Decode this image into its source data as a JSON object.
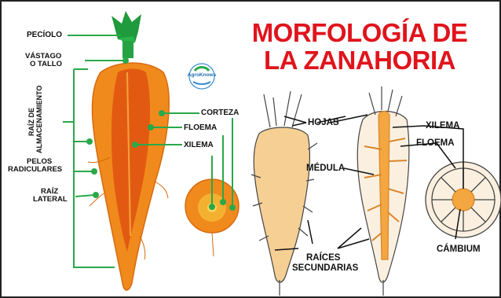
{
  "title": {
    "line1": "MORFOLOGÍA DE",
    "line2": "LA ZANAHORIA"
  },
  "logo": {
    "text": "AgroKnows"
  },
  "left_labels": {
    "peciolo": "PECÍOLO",
    "vastago": "VÁSTAGO",
    "o_tallo": "O TALLO",
    "raiz_almacenamiento_1": "RAÍZ DE",
    "raiz_almacenamiento_2": "ALMACENAMIENTO",
    "pelos_1": "PELOS",
    "pelos_2": "RADICULARES",
    "raiz_lateral_1": "RAÍZ",
    "raiz_lateral_2": "LATERAL"
  },
  "inner_labels": {
    "corteza": "CORTEZA",
    "floema": "FLOEMA",
    "xilema": "XILEMA"
  },
  "right_labels": {
    "hojas": "HOJAS",
    "medula": "MÉDULA",
    "raices_1": "RAÍCES",
    "raices_2": "SECUNDARIAS",
    "xilema": "XILEMA",
    "floema": "FLOEMA",
    "cambium": "CÁMBIUM"
  },
  "colors": {
    "title": "#e0141c",
    "leader": "#2aa84a",
    "carrot_orange": "#f08a1c",
    "carrot_dark": "#e25a12",
    "leaf_green": "#1f9a3c",
    "sketch_fill": "#f6cf95"
  }
}
